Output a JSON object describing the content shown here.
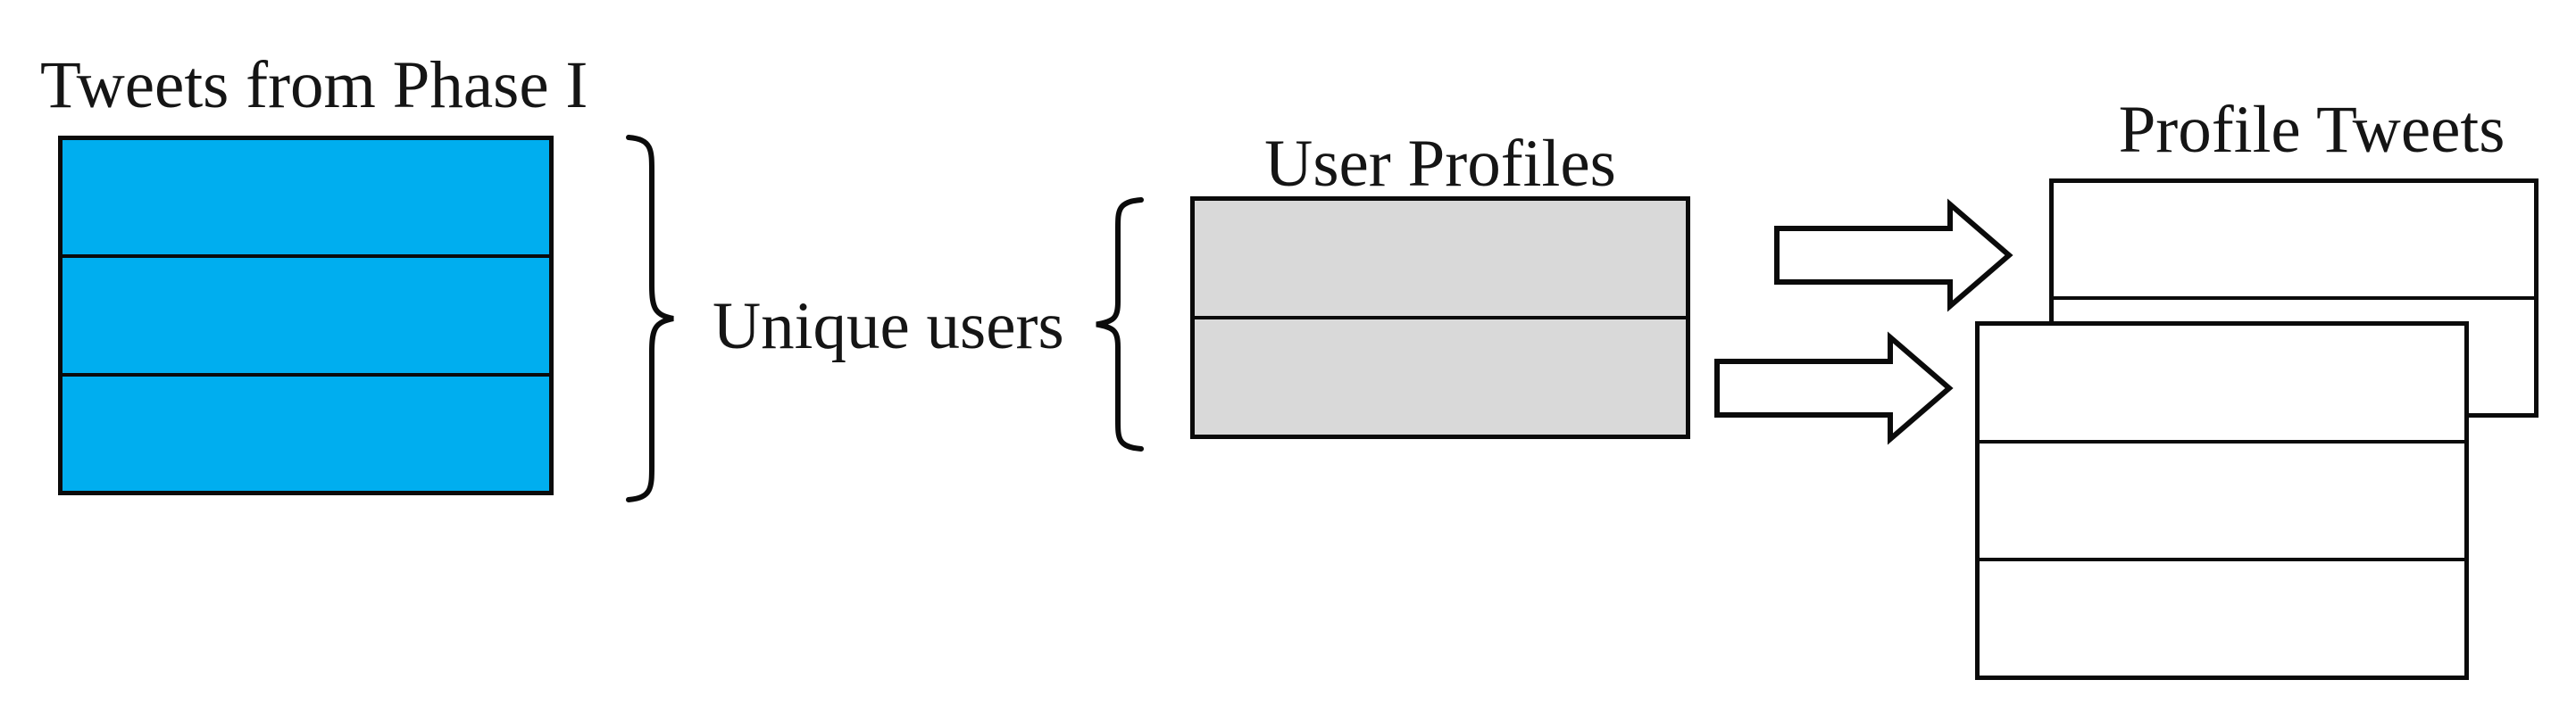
{
  "figure": {
    "labels": {
      "tweets_phase1": "Tweets from Phase I",
      "unique_users": "Unique users",
      "user_profiles": "User Profiles",
      "profile_tweets": "Profile Tweets"
    },
    "colors": {
      "tweets_fill": "#00AEEF",
      "profiles_fill": "#D9D9D9",
      "white_fill": "#FFFFFF",
      "line": "#0B0B0B",
      "text": "#151515",
      "bg": "#FFFFFF"
    },
    "structure": {
      "tweets_box_rows": 3,
      "user_profiles_rows": 2,
      "profile_tweets_back_rows": 2,
      "profile_tweets_front_rows": 3,
      "arrow_count": 2
    }
  }
}
